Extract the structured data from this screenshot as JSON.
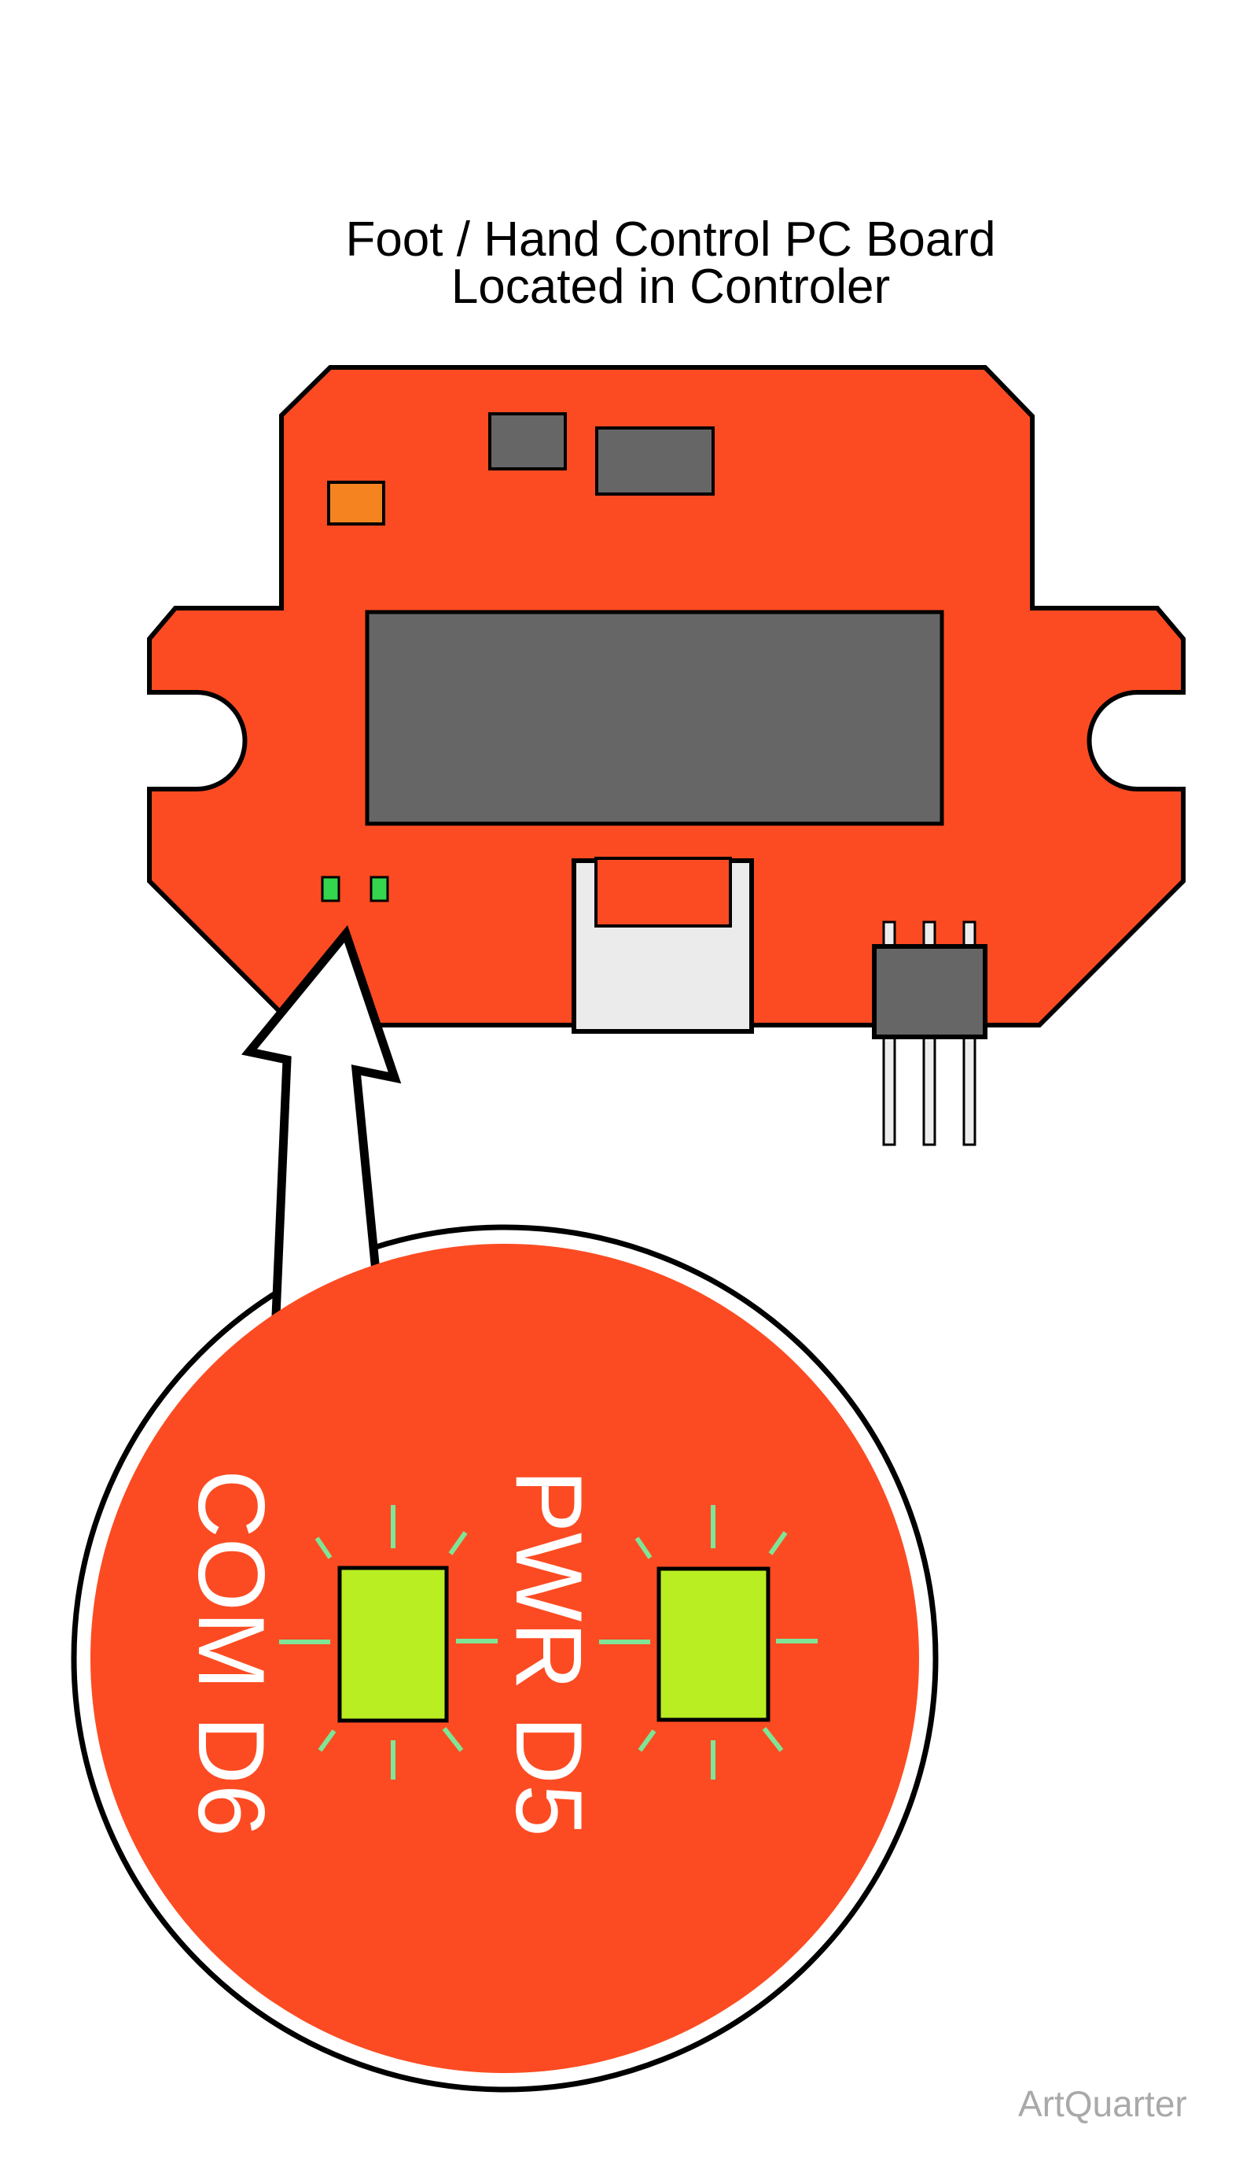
{
  "title": {
    "line1": "Foot / Hand Control PC Board",
    "line2": "Located in Controler"
  },
  "magnifier": {
    "left_led_label": "COM D6",
    "right_led_label": "PWR D5"
  },
  "watermark": "ArtQuarter",
  "colors": {
    "board_red": "#FC4B22",
    "component_gray": "#666666",
    "component_light_gray": "#EDEDED",
    "floppy_light_gray": "#EBEBEB",
    "orange_component": "#F58420",
    "small_led_green": "#33D64D",
    "magnifier_led_green": "#B9EE23",
    "ray_green": "#7FE596",
    "label_white": "#FFFFFF",
    "watermark_gray": "#A9A9A9",
    "outline_black": "#000000",
    "title_black": "#000000"
  }
}
